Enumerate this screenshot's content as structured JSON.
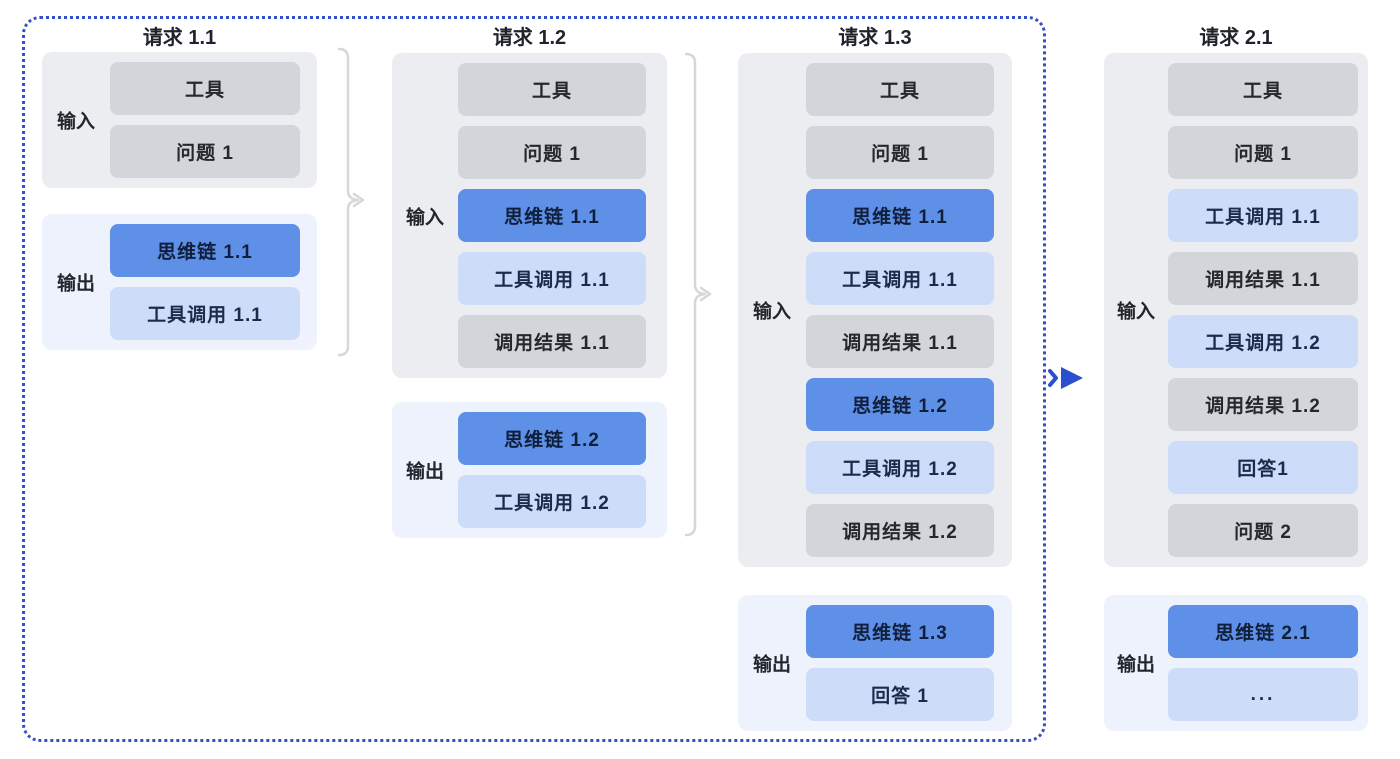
{
  "columns": [
    {
      "title": "请求 1.1",
      "input_label": "输入",
      "output_label": "输出",
      "input_blocks": [
        {
          "label": "工具",
          "variant": "gray"
        },
        {
          "label": "问题 1",
          "variant": "gray"
        }
      ],
      "output_blocks": [
        {
          "label": "思维链 1.1",
          "variant": "blue"
        },
        {
          "label": "工具调用 1.1",
          "variant": "lightblue"
        }
      ]
    },
    {
      "title": "请求 1.2",
      "input_label": "输入",
      "output_label": "输出",
      "input_blocks": [
        {
          "label": "工具",
          "variant": "gray"
        },
        {
          "label": "问题 1",
          "variant": "gray"
        },
        {
          "label": "思维链 1.1",
          "variant": "blue"
        },
        {
          "label": "工具调用 1.1",
          "variant": "lightblue"
        },
        {
          "label": "调用结果 1.1",
          "variant": "gray"
        }
      ],
      "output_blocks": [
        {
          "label": "思维链 1.2",
          "variant": "blue"
        },
        {
          "label": "工具调用 1.2",
          "variant": "lightblue"
        }
      ]
    },
    {
      "title": "请求 1.3",
      "input_label": "输入",
      "output_label": "输出",
      "input_blocks": [
        {
          "label": "工具",
          "variant": "gray"
        },
        {
          "label": "问题 1",
          "variant": "gray"
        },
        {
          "label": "思维链 1.1",
          "variant": "blue"
        },
        {
          "label": "工具调用 1.1",
          "variant": "lightblue"
        },
        {
          "label": "调用结果 1.1",
          "variant": "gray"
        },
        {
          "label": "思维链 1.2",
          "variant": "blue"
        },
        {
          "label": "工具调用 1.2",
          "variant": "lightblue"
        },
        {
          "label": "调用结果 1.2",
          "variant": "gray"
        }
      ],
      "output_blocks": [
        {
          "label": "思维链 1.3",
          "variant": "blue"
        },
        {
          "label": "回答 1",
          "variant": "lightblue"
        }
      ]
    },
    {
      "title": "请求 2.1",
      "input_label": "输入",
      "output_label": "输出",
      "input_blocks": [
        {
          "label": "工具",
          "variant": "gray"
        },
        {
          "label": "问题 1",
          "variant": "gray"
        },
        {
          "label": "工具调用 1.1",
          "variant": "lightblue"
        },
        {
          "label": "调用结果 1.1",
          "variant": "gray"
        },
        {
          "label": "工具调用 1.2",
          "variant": "lightblue"
        },
        {
          "label": "调用结果 1.2",
          "variant": "gray"
        },
        {
          "label": "回答1",
          "variant": "lightblue"
        },
        {
          "label": "问题 2",
          "variant": "gray"
        }
      ],
      "output_blocks": [
        {
          "label": "思维链 2.1",
          "variant": "blue"
        },
        {
          "label": "...",
          "variant": "lightblue"
        }
      ]
    }
  ],
  "colors": {
    "dashed_border": "#3350c8",
    "input_bg": "#ebedf1",
    "output_bg": "#edf2fc",
    "gray_block": "#d2d5d9",
    "blue_block": "#5e90e8",
    "lightblue_block": "#cddcf8",
    "bracket": "#d5d7db",
    "arrow": "#2c4fd2"
  }
}
